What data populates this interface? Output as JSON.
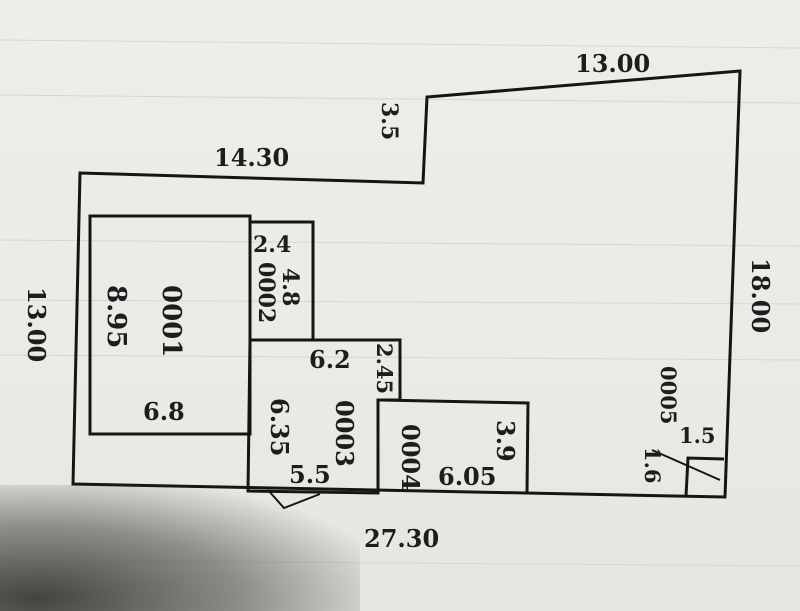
{
  "plan": {
    "outer_dimensions": {
      "top_right": "13.00",
      "step": "3.5",
      "top_left": "14.30",
      "left": "13.00",
      "right": "18.00",
      "bottom": "27.30"
    },
    "rooms": [
      {
        "id": "0001",
        "area": "8.95",
        "width": "6.8"
      },
      {
        "id": "0002",
        "area": "4.8",
        "width": "2.4"
      },
      {
        "id": "0003",
        "area": "6.35",
        "width": "6.2",
        "width_b": "2.45",
        "length": "5.5"
      },
      {
        "id": "0004",
        "area": "6.05",
        "width": "3.9"
      },
      {
        "id": "0005",
        "area": "1.6",
        "width": "1.5"
      }
    ]
  }
}
